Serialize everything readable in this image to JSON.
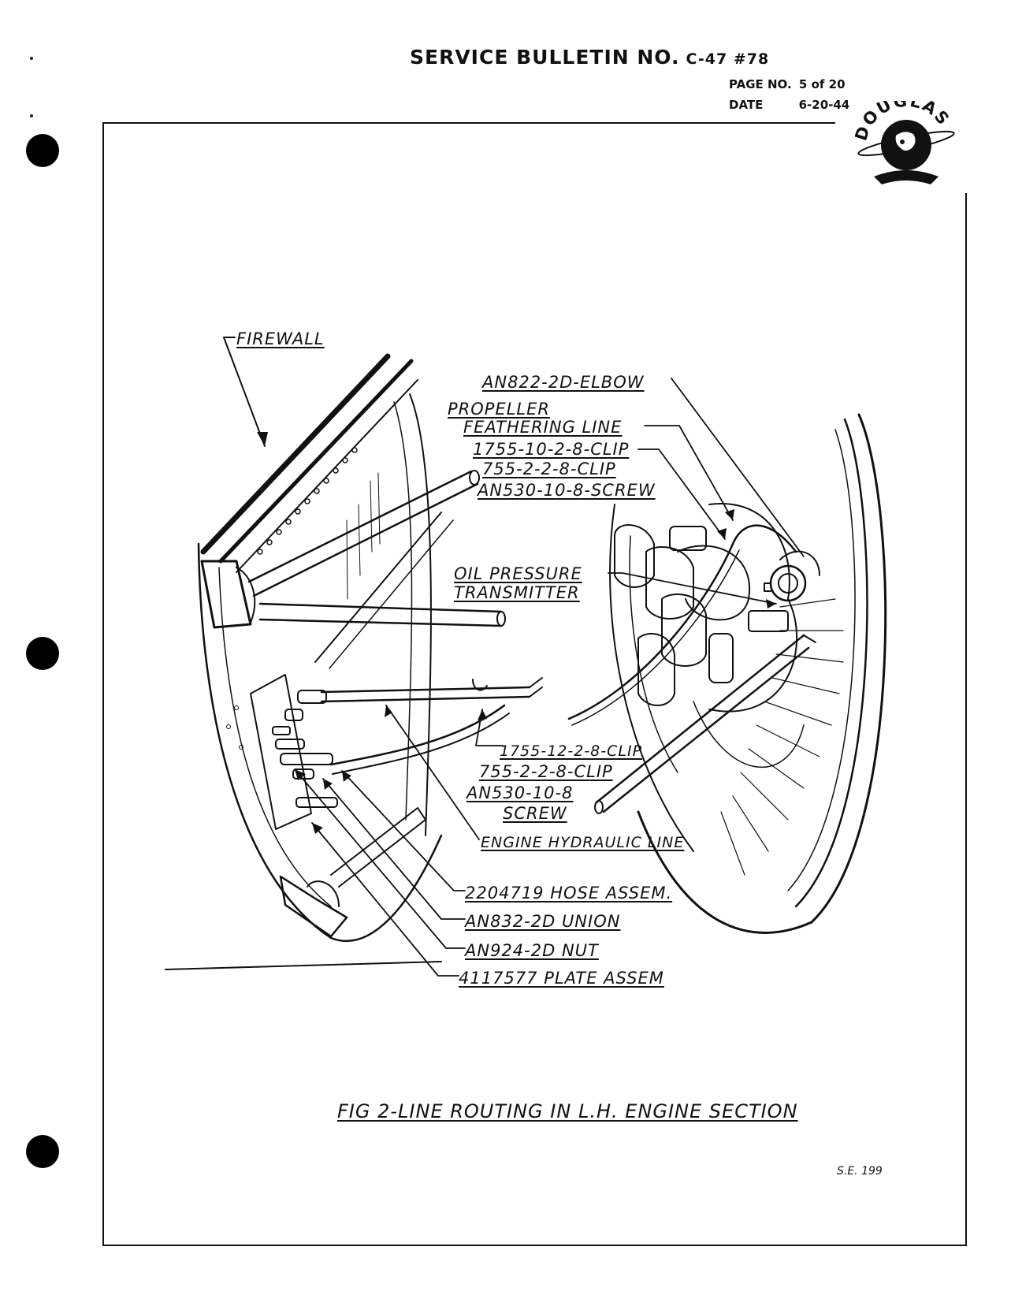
{
  "header": {
    "title": "SERVICE BULLETIN NO.",
    "bulletin_number": "C-47 #78",
    "page_label": "PAGE NO.",
    "page_value": "5 of 20",
    "date_label": "DATE",
    "date_value": "6-20-44",
    "logo_text": "DOUGLAS"
  },
  "callouts": {
    "firewall": "FIREWALL",
    "elbow": "AN822-2D-ELBOW",
    "propeller": "PROPELLER",
    "feathering_line": "FEATHERING LINE",
    "clip_top_1": "1755-10-2-8-CLIP",
    "clip_top_2": "755-2-2-8-CLIP",
    "screw_top": "AN530-10-8-SCREW",
    "oil_pressure": "OIL PRESSURE",
    "transmitter": "TRANSMITTER",
    "clip_mid_1": "1755-12-2-8-CLIP",
    "clip_mid_2": "755-2-2-8-CLIP",
    "screw_mid_1": "AN530-10-8",
    "screw_mid_2": "SCREW",
    "engine_hydraulic": "ENGINE HYDRAULIC LINE",
    "hose": "2204719 HOSE ASSEM.",
    "union": "AN832-2D UNION",
    "nut": "AN924-2D NUT",
    "plate": "4117577 PLATE ASSEM"
  },
  "caption": "FIG 2-LINE ROUTING IN L.H. ENGINE SECTION",
  "footer_code": "S.E. 199"
}
